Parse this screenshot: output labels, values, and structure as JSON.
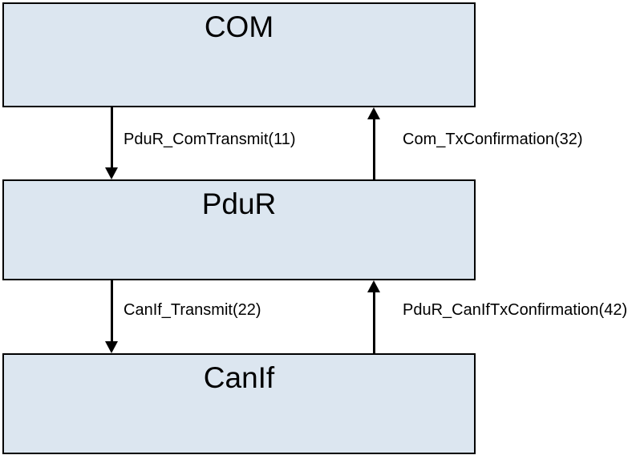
{
  "diagram": {
    "boxes": [
      {
        "label": "COM"
      },
      {
        "label": "PduR"
      },
      {
        "label": "CanIf"
      }
    ],
    "calls": [
      {
        "label": "PduR_ComTransmit(11)",
        "direction": "down",
        "from": "COM",
        "to": "PduR"
      },
      {
        "label": "Com_TxConfirmation(32)",
        "direction": "up",
        "from": "PduR",
        "to": "COM"
      },
      {
        "label": "CanIf_Transmit(22)",
        "direction": "down",
        "from": "PduR",
        "to": "CanIf"
      },
      {
        "label": "PduR_CanIfTxConfirmation(42)",
        "direction": "up",
        "from": "CanIf",
        "to": "PduR"
      }
    ],
    "colors": {
      "background": "#ffffff",
      "box_fill": "#dce6f0",
      "box_border": "#000000",
      "arrow": "#000000",
      "text": "#000000"
    }
  }
}
